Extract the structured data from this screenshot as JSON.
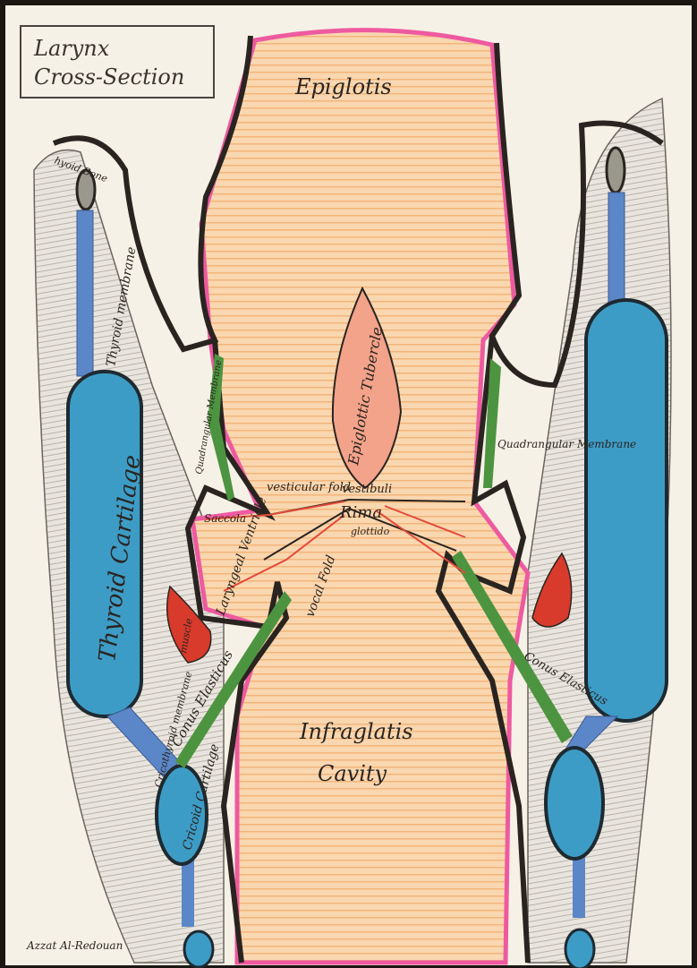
{
  "title": {
    "line1": "Larynx",
    "line2": "Cross-Section"
  },
  "labels": {
    "epiglottis": "Epiglotis",
    "hyoid_bone": "hyoid Bone",
    "thyroid_membrane": "Thyroid membrane",
    "thyroid_cartilage_left": "Thyroid Cartilage",
    "quadrangular_left": "Quadrangular Membrane",
    "quadrangular_right": "Quadrangular Membrane",
    "epiglottic_tubercle": "Epiglottic Tubercle",
    "vesticular_fold": "vesticular fold",
    "vestibuli": "vestibuli",
    "rima": "Rima",
    "glottido": "glottido",
    "saccula": "Saccola",
    "laryngeal_ventricle": "Laryngeal Ventricle",
    "vocal_fold": "vocal Fold",
    "muscle_left": "muscle",
    "conus_left": "Conus Elasticus",
    "conus_right": "Conus Elasticus",
    "cricothyroid_membrane": "Cricothyroid membrane",
    "cricoid_cartilage": "Cricoid Cartilage",
    "infraglottis": "Infraglatis",
    "cavity": "Cavity",
    "author": "Azzat Al-Redouan"
  },
  "colors": {
    "paper": "#f6f1e6",
    "tissue_orange": "#f7c796",
    "pink_outline": "#ee5aa0",
    "cartilage_blue": "#3d9cc6",
    "membrane_green": "#4d9440",
    "muscle_red": "#d83a2c",
    "outline_dark": "#2a2420"
  }
}
